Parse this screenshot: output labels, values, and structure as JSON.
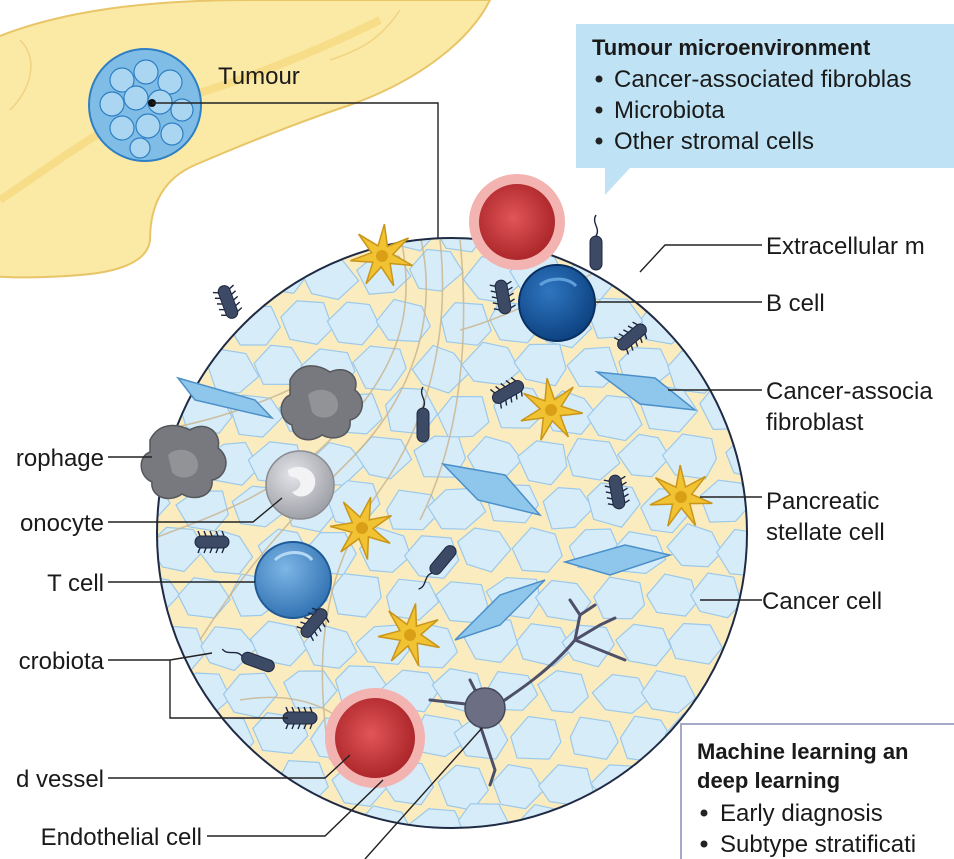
{
  "labels": {
    "tumour": "Tumour",
    "extracellular": "Extracellular m",
    "b_cell": "B cell",
    "caf_line1": "Cancer-associa",
    "caf_line2": "fibroblast",
    "psc_line1": "Pancreatic",
    "psc_line2": "stellate cell",
    "cancer_cell": "Cancer cell",
    "macrophage": "rophage",
    "monocyte": "onocyte",
    "t_cell": "T cell",
    "microbiota": "crobiota",
    "blood_vessel": "d vessel",
    "endothelial": "Endothelial cell"
  },
  "tme_box": {
    "title": "Tumour microenvironment",
    "items": [
      "Cancer-associated fibroblas",
      "Microbiota",
      "Other stromal cells"
    ]
  },
  "ml_box": {
    "title_line1": "Machine learning an",
    "title_line2": "deep learning",
    "items": [
      "Early diagnosis",
      "Subtype stratificati"
    ]
  },
  "colors": {
    "pancreas": "#fbe9a6",
    "tumour": "#6fb3e3",
    "callout": "#bfe3f5",
    "cancer_cell": "#d7ecf9",
    "red_cell": "#cc3a3d",
    "b_cell": "#0e4e96",
    "t_cell": "#3f86c6",
    "stellate": "#f1c232",
    "macrophage": "#77797e",
    "ml_border": "#a7a9c9"
  }
}
